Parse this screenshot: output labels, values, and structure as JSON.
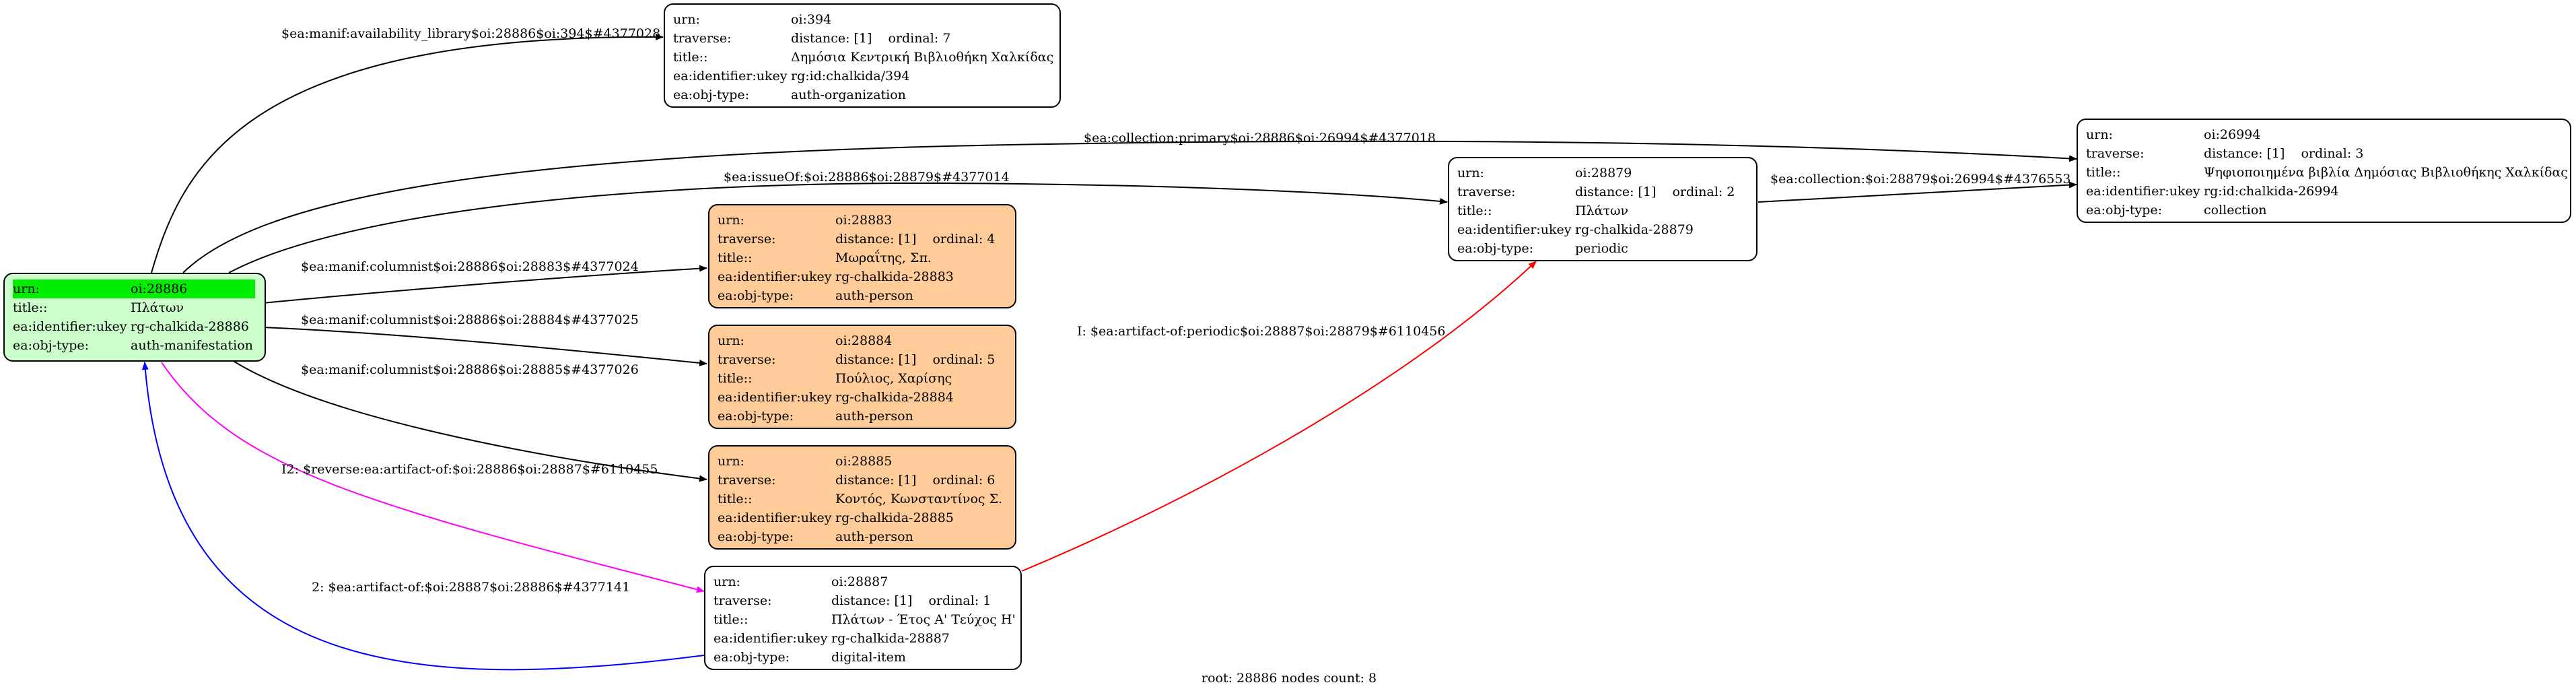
{
  "root": {
    "urn_key": "urn:",
    "urn": "oi:28886",
    "title_key": "title::",
    "title": "Πλάτων",
    "ukey_key": "ea:identifier:ukey",
    "ukey": "rg-chalkida-28886",
    "type_key": "ea:obj-type:",
    "type": "auth-manifestation"
  },
  "nodes": {
    "n394": {
      "urn": "oi:394",
      "distance": "distance: [1]",
      "ordinal": "ordinal: 7",
      "title": "Δημόσια Κεντρική Βιβλιοθήκη Χαλκίδας",
      "ukey": "rg:id:chalkida/394",
      "type": "auth-organization"
    },
    "n26994": {
      "urn": "oi:26994",
      "distance": "distance: [1]",
      "ordinal": "ordinal: 3",
      "title": "Ψηφιοποιημένα βιβλία Δημόσιας Βιβλιοθήκης Χαλκίδας",
      "ukey": "rg:id:chalkida-26994",
      "type": "collection"
    },
    "n28879": {
      "urn": "oi:28879",
      "distance": "distance: [1]",
      "ordinal": "ordinal: 2",
      "title": "Πλάτων",
      "ukey": "rg-chalkida-28879",
      "type": "periodic"
    },
    "n28883": {
      "urn": "oi:28883",
      "distance": "distance: [1]",
      "ordinal": "ordinal: 4",
      "title": "Μωραΐτης, Σπ.",
      "ukey": "rg-chalkida-28883",
      "type": "auth-person"
    },
    "n28884": {
      "urn": "oi:28884",
      "distance": "distance: [1]",
      "ordinal": "ordinal: 5",
      "title": "Πούλιος, Χαρίσης",
      "ukey": "rg-chalkida-28884",
      "type": "auth-person"
    },
    "n28885": {
      "urn": "oi:28885",
      "distance": "distance: [1]",
      "ordinal": "ordinal: 6",
      "title": "Κοντός, Κωνσταντίνος Σ.",
      "ukey": "rg-chalkida-28885",
      "type": "auth-person"
    },
    "n28887": {
      "urn": "oi:28887",
      "distance": "distance: [1]",
      "ordinal": "ordinal: 1",
      "title": "Πλάτων - Έτος Α' Τεύχος Η'",
      "ukey": "rg-chalkida-28887",
      "type": "digital-item"
    }
  },
  "keys": {
    "urn": "urn:",
    "traverse": "traverse:",
    "title": "title::",
    "ukey": "ea:identifier:ukey",
    "type": "ea:obj-type:"
  },
  "edges": {
    "e394": "$ea:manif:availability_library$oi:28886$oi:394$#4377028",
    "e26994": "$ea:collection:primary$oi:28886$oi:26994$#4377018",
    "e28879": "$ea:issueOf:$oi:28886$oi:28879$#4377014",
    "e28883": "$ea:manif:columnist$oi:28886$oi:28883$#4377024",
    "e28884": "$ea:manif:columnist$oi:28886$oi:28884$#4377025",
    "e28885": "$ea:manif:columnist$oi:28886$oi:28885$#4377026",
    "eColl": "$ea:collection:$oi:28879$oi:26994$#4376553",
    "eArtPer": "I: $ea:artifact-of:periodic$oi:28887$oi:28879$#6110456",
    "eRev": "I2: $reverse:ea:artifact-of:$oi:28886$oi:28887$#6110455",
    "eArt": "2: $ea:artifact-of:$oi:28887$oi:28886$#4377141"
  },
  "colors": {
    "edge": "#000000",
    "red": "#ff0000",
    "magenta": "#ff00ff",
    "blue": "#0000ff",
    "orange": "#ffcc99",
    "green": "#ccffcc",
    "highlight": "#00ee00"
  },
  "caption": "root: 28886 nodes count: 8"
}
